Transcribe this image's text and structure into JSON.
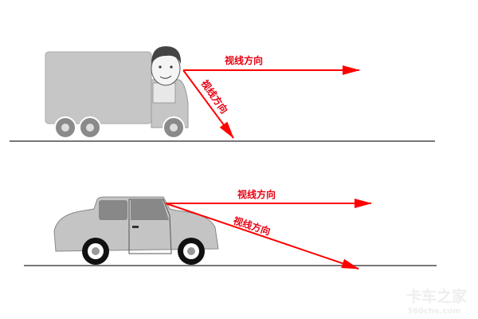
{
  "labels": {
    "truck_horizontal": "视线方向",
    "truck_down": "视线方向",
    "car_horizontal": "视线方向",
    "car_down": "视线方向"
  },
  "watermark": {
    "brand": "卡车之家",
    "url": "360che.com"
  },
  "colors": {
    "arrow": "#ff0000",
    "vehicle": "#c4c4c4",
    "ground": "#777777"
  }
}
